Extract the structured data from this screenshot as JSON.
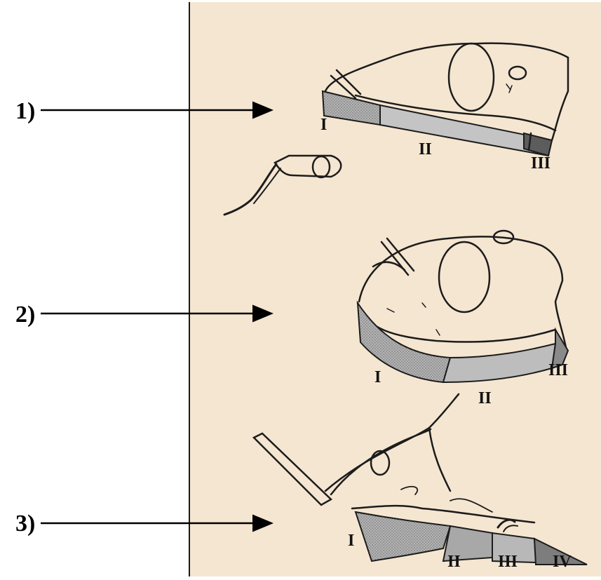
{
  "figure": {
    "background": "#f5e6d1",
    "ink": "#1c1c1c",
    "shade": "#9c9c9c",
    "callouts": [
      {
        "label": "1)"
      },
      {
        "label": "2)"
      },
      {
        "label": "3)"
      }
    ],
    "drawings": [
      {
        "name": "head-1",
        "segments": [
          "I",
          "II",
          "III"
        ]
      },
      {
        "name": "head-2",
        "segments": [
          "I",
          "II",
          "III"
        ]
      },
      {
        "name": "head-3",
        "segments": [
          "I",
          "II",
          "III",
          "IV"
        ]
      }
    ]
  }
}
